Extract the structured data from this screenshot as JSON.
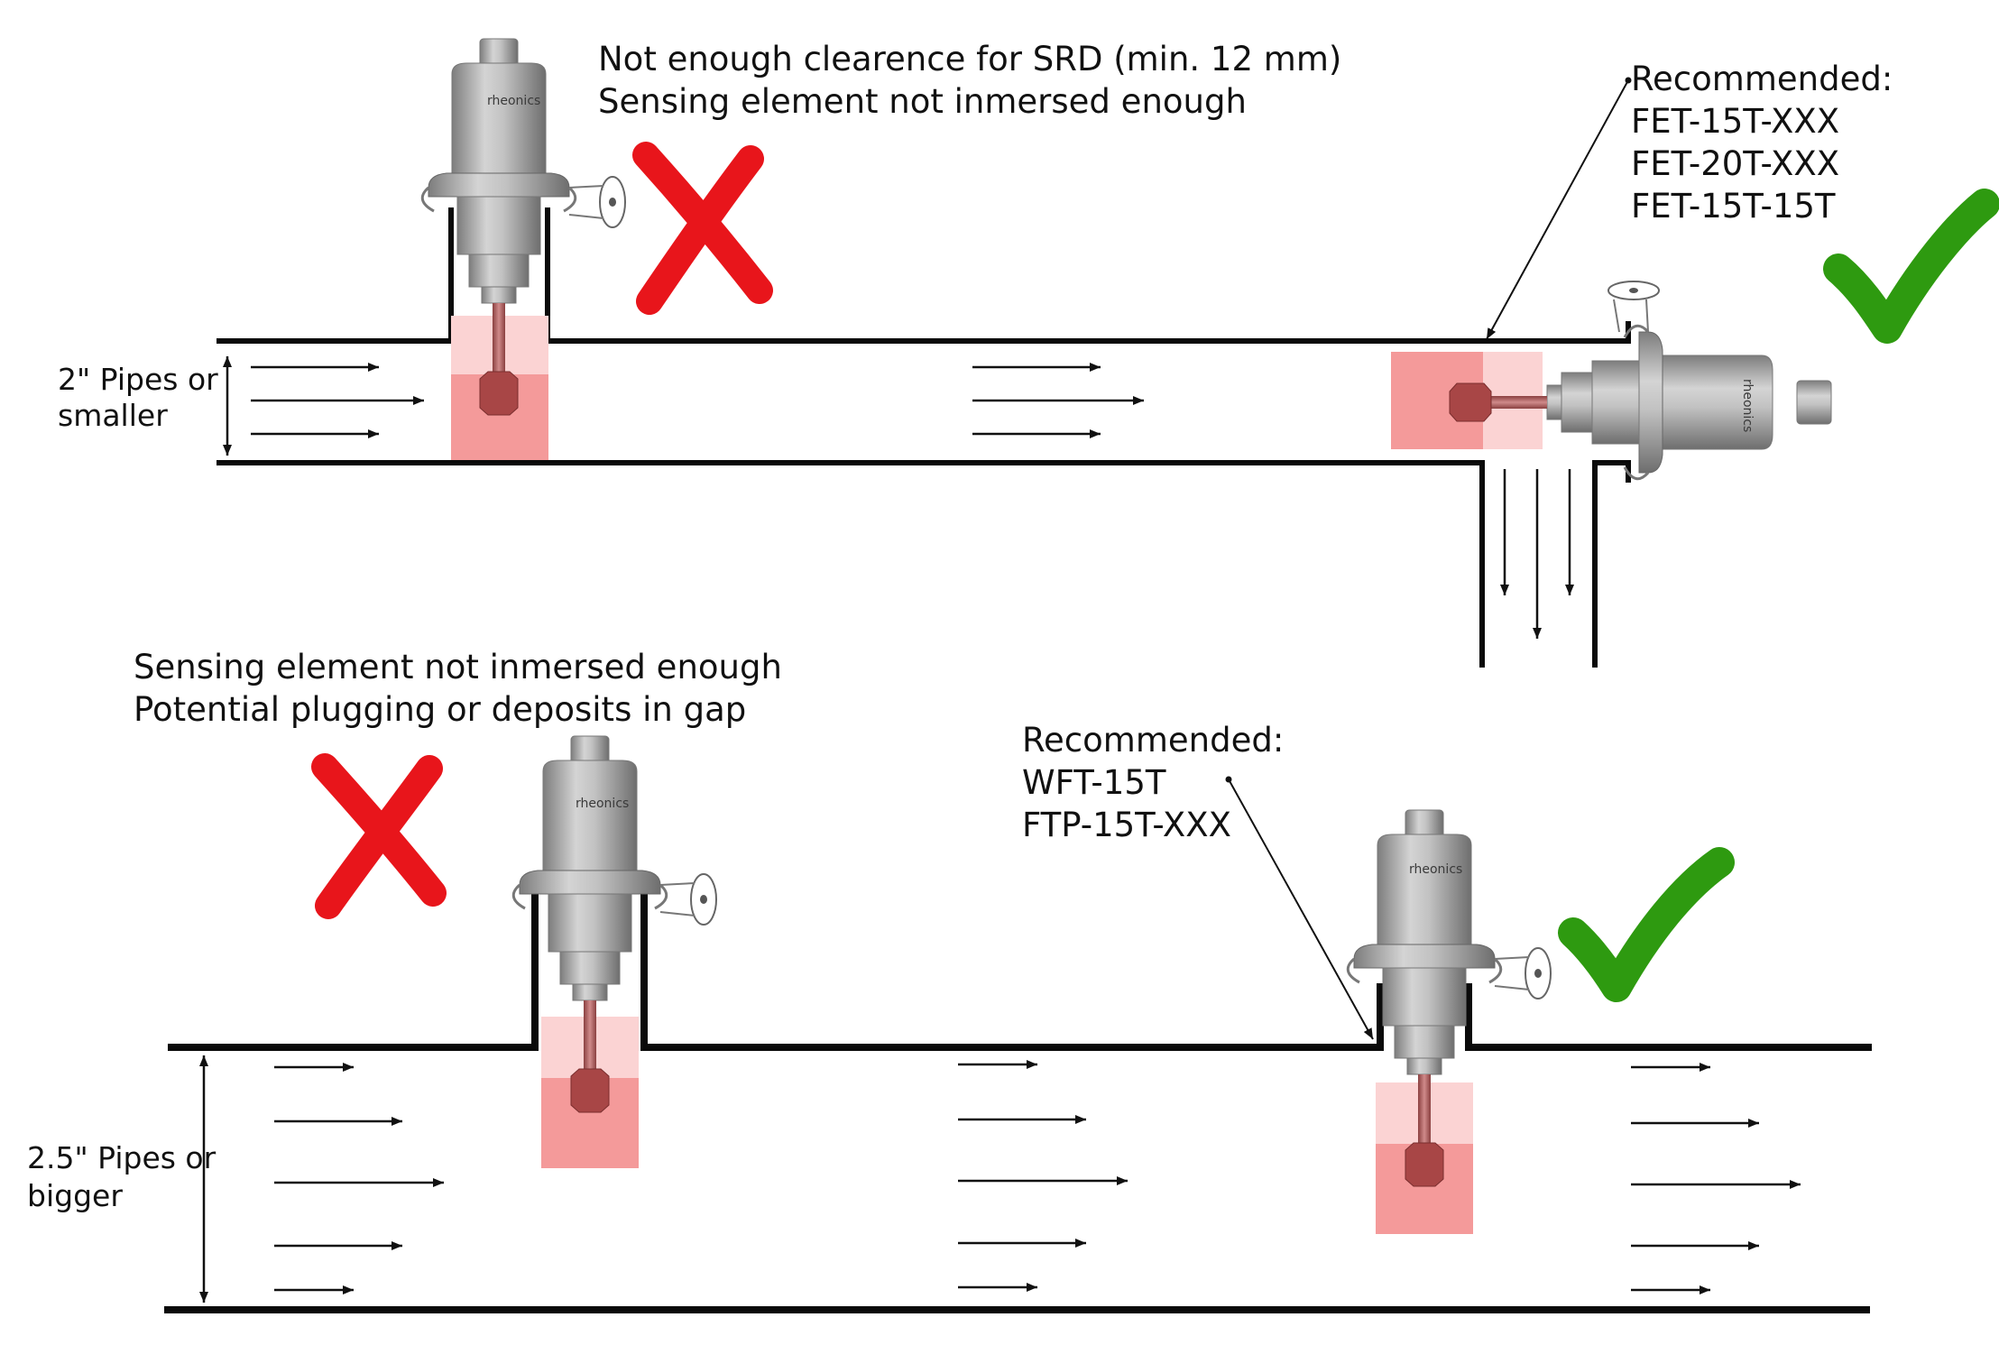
{
  "top_section": {
    "pipe_label": "2\" Pipes or\nsmaller",
    "bad_note": [
      "Not enough clearence for SRD (min. 12 mm)",
      "Sensing element not inmersed enough"
    ],
    "good_note": [
      "Recommended:",
      "FET-15T-XXX",
      "FET-20T-XXX",
      "FET-15T-15T"
    ]
  },
  "bottom_section": {
    "pipe_label": "2.5\" Pipes or\nbigger",
    "bad_note": [
      "Sensing element not inmersed enough",
      "Potential plugging or deposits in gap"
    ],
    "good_note": [
      "Recommended:",
      "WFT-15T",
      "FTP-15T-XXX"
    ]
  },
  "brand_text": "rheonics",
  "colors": {
    "cross": "#e8151b",
    "check": "#2e9a10",
    "zone_dark": "#f49a9a",
    "zone_light": "#fbd3d3",
    "pipe": "#0a0a0a",
    "probe_tip": "#a84646"
  },
  "icons": {
    "bad": "red-cross-icon",
    "good": "green-check-icon"
  }
}
